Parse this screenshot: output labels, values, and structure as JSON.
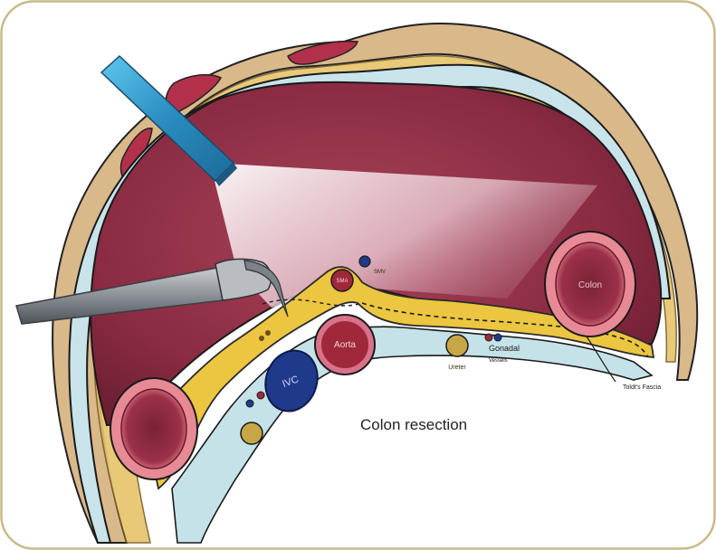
{
  "labels": {
    "colon": "Colon",
    "aorta": "Aorta",
    "ivc": "IVC",
    "sma": "SMA",
    "smv": "SMV",
    "ureter": "Ureter",
    "gonadal": "Gonadal",
    "gonadal_vessels": "Vessels",
    "toldts_fascia": "Toldt's Fascia"
  },
  "caption": "Colon resection",
  "colors": {
    "frame_border": "#c9b98a",
    "cavity": "#8e2f45",
    "fat": "#e9c43f",
    "skin": "#d8b98a",
    "peritoneum": "#bfdfe6",
    "scope": "#2f8fbf",
    "instrument": "#8a8f95",
    "ivc": "#1f3a8a",
    "aorta": "#a0283b",
    "ureter": "#c7a646"
  }
}
